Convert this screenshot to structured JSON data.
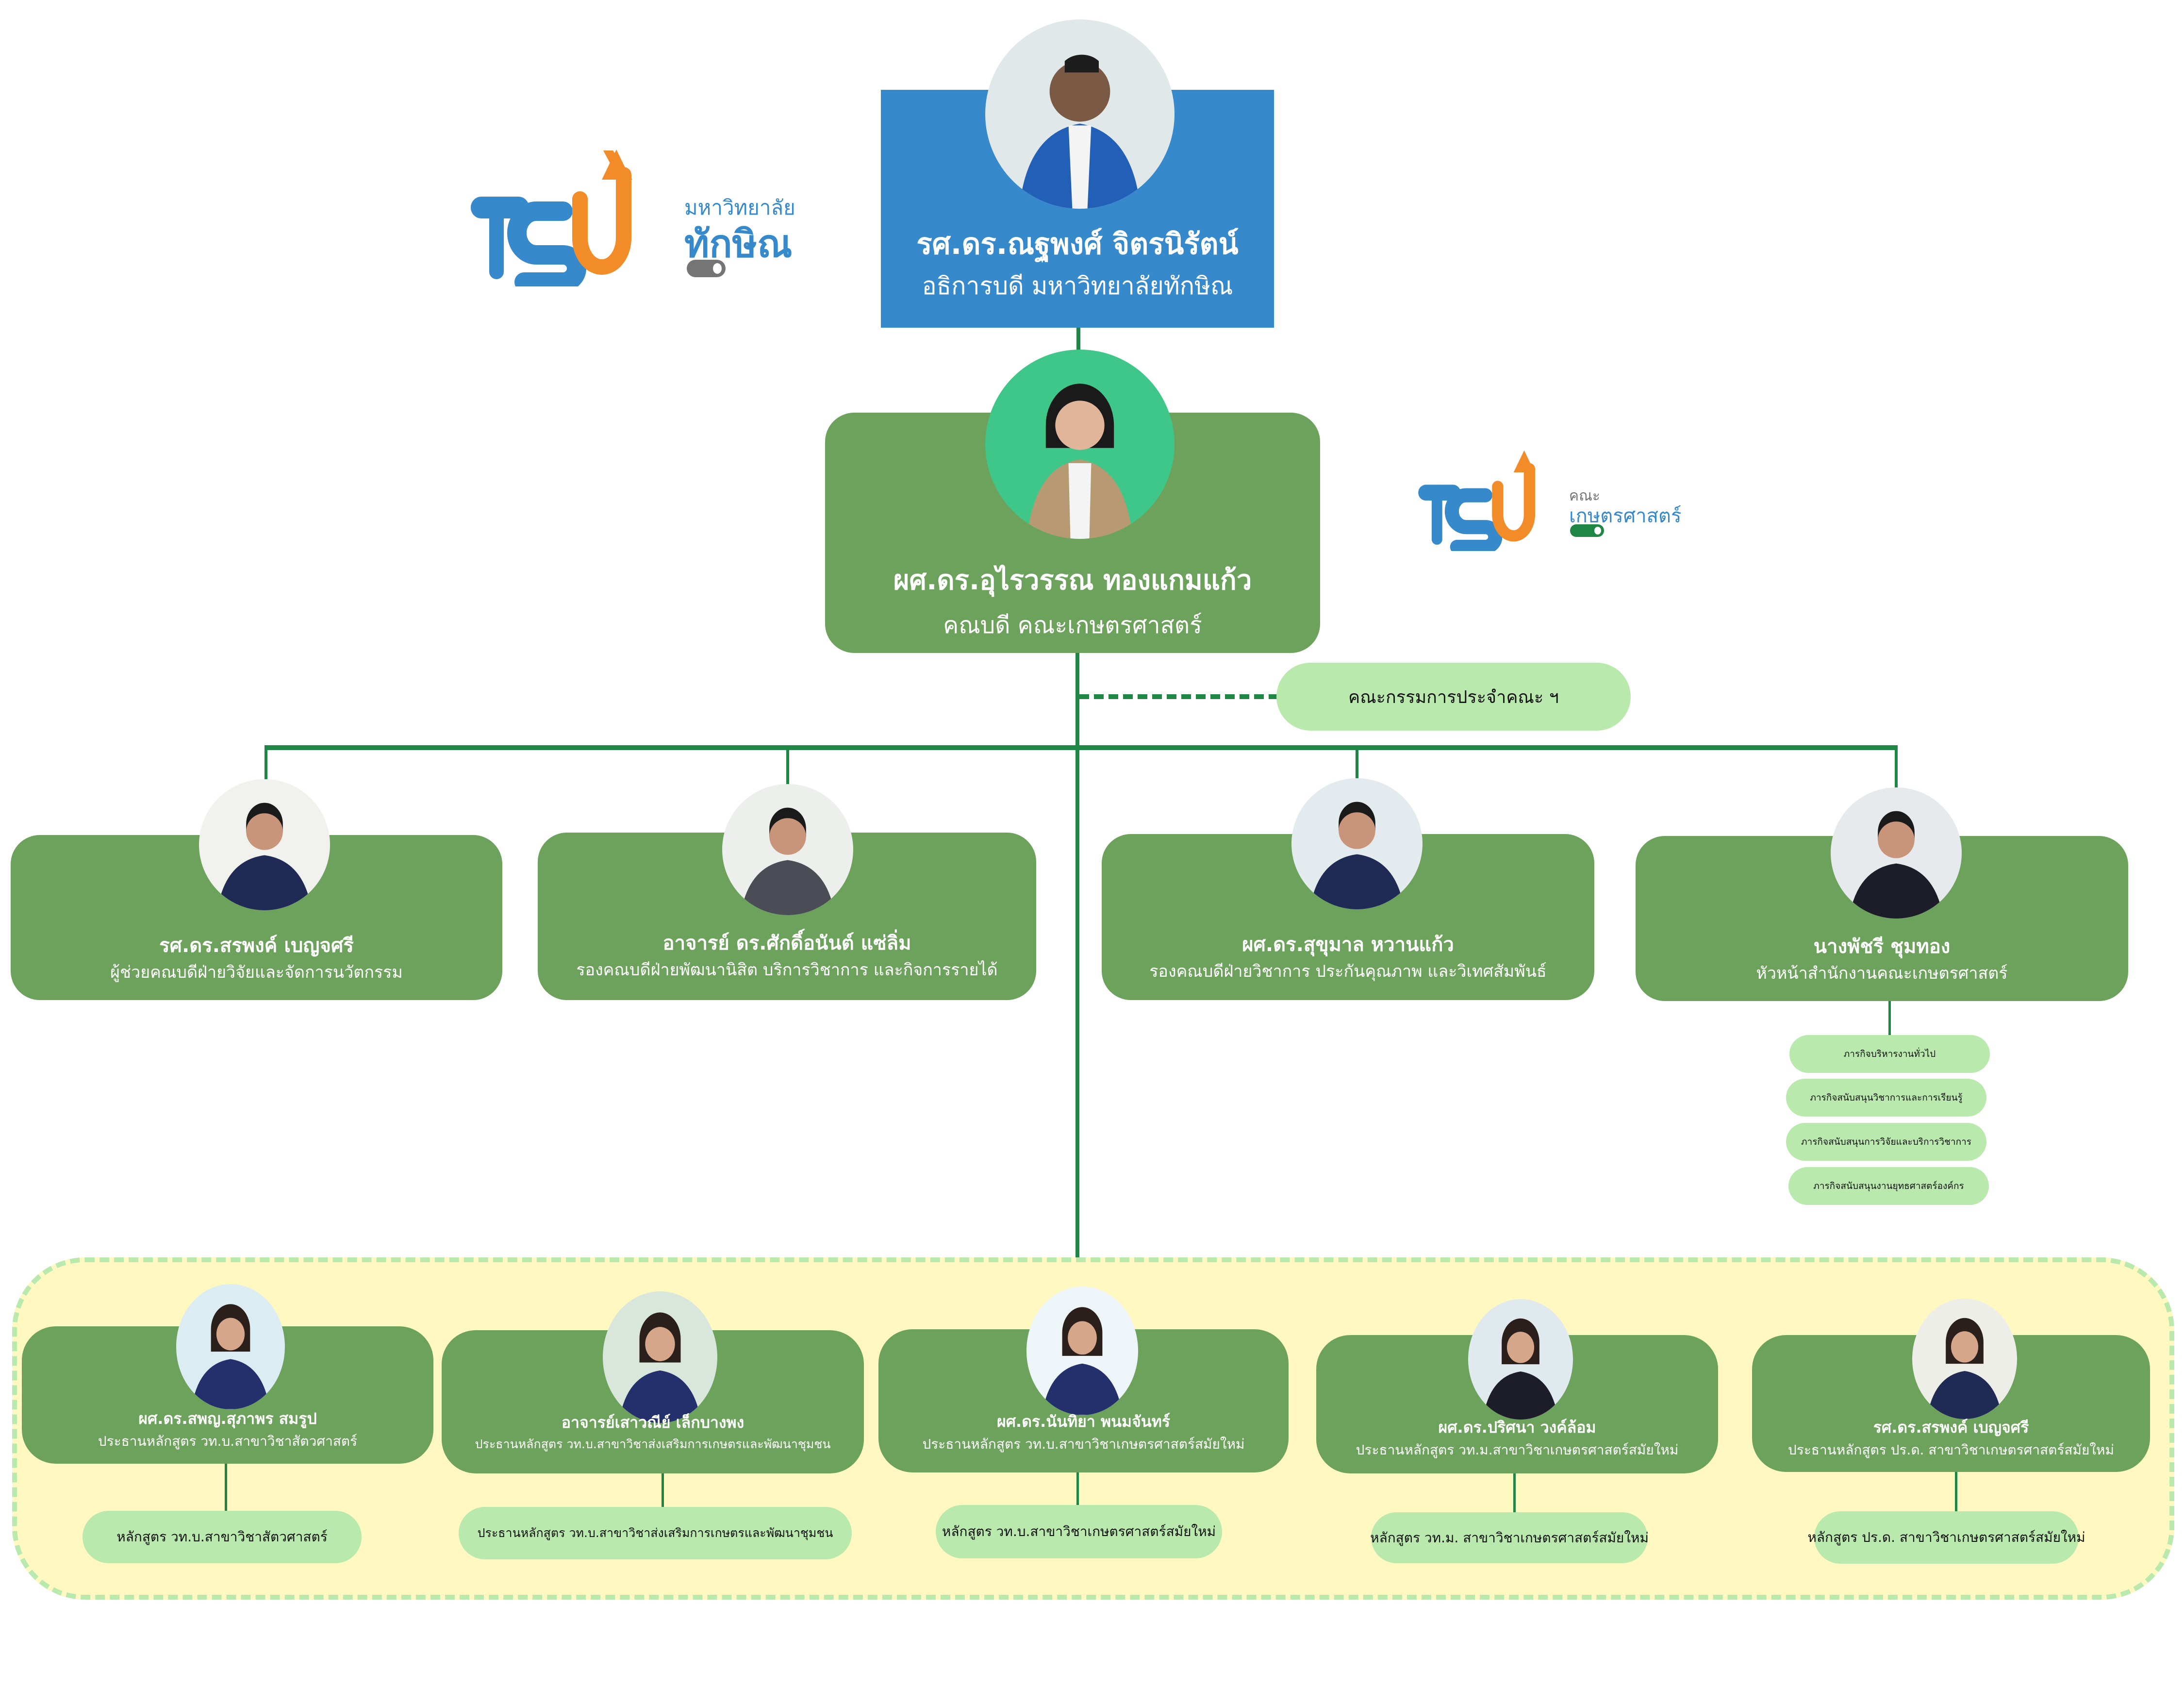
{
  "colors": {
    "president_box": "#3689cb",
    "card_green": "#6da25c",
    "pill_green": "#bae9ad",
    "connector": "#1e8746",
    "programs_bg": "#fff8c1",
    "logo_blue": "#3689cb",
    "logo_orange": "#f28c28",
    "logo_gray": "#757575",
    "logo_green": "#1e8746"
  },
  "logos": {
    "university": {
      "mark": "TSU",
      "line1": "มหาวิทยาลัย",
      "line2": "ทักษิณ"
    },
    "faculty": {
      "mark": "TSU",
      "line1": "คณะ",
      "line2": "เกษตรศาสตร์"
    }
  },
  "president": {
    "name": "รศ.ดร.ณฐพงศ์ จิตรนิรัตน์",
    "title": "อธิการบดี มหาวิทยาลัยทักษิณ"
  },
  "dean": {
    "name": "ผศ.ดร.อุไรวรรณ ทองแกมแก้ว",
    "title": "คณบดี คณะเกษตรศาสตร์"
  },
  "committee": {
    "label": "คณะกรรมการประจำคณะ ฯ"
  },
  "executives": [
    {
      "name": "รศ.ดร.สรพงค์ เบญจศรี",
      "role": "ผู้ช่วยคณบดีฝ่ายวิจัยและจัดการนวัตกรรม"
    },
    {
      "name": "อาจารย์ ดร.ศักดิ์อนันต์ แซ่ลิ่ม",
      "role": "รองคณบดีฝ่ายพัฒนานิสิต บริการวิชาการ  และกิจการรายได้"
    },
    {
      "name": "ผศ.ดร.สุขุมาล หวานแก้ว",
      "role": "รองคณบดีฝ่ายวิชาการ  ประกันคุณภาพ  และวิเทศสัมพันธ์"
    },
    {
      "name": "นางพัชรี ชุมทอง",
      "role": "หัวหน้าสำนักงานคณะเกษตรศาสตร์"
    }
  ],
  "office_units": [
    "ภารกิจบริหารงานทั่วไป",
    "ภารกิจสนับสนุนวิชาการและการเรียนรู้",
    "ภารกิจสนับสนุนการวิจัยและบริการวิชาการ",
    "ภารกิจสนับสนุนงานยุทธศาสตร์องค์กร"
  ],
  "program_chairs": [
    {
      "name": "ผศ.ดร.สพญ.สุภาพร สมรูป",
      "role": "ประธานหลักสูตร วท.บ.สาขาวิชาสัตวศาสตร์",
      "program": "หลักสูตร วท.บ.สาขาวิชาสัตวศาสตร์"
    },
    {
      "name": "อาจารย์เสาวณีย์ เล็กบางพง",
      "role": "ประธานหลักสูตร วท.บ.สาขาวิชาส่งเสริมการเกษตรและพัฒนาชุมชน",
      "program": "ประธานหลักสูตร วท.บ.สาขาวิชาส่งเสริมการเกษตรและพัฒนาชุมชน"
    },
    {
      "name": "ผศ.ดร.นันทิยา พนมจันทร์",
      "role": "ประธานหลักสูตร วท.บ.สาขาวิชาเกษตรศาสตร์สมัยใหม่",
      "program": "หลักสูตร วท.บ.สาขาวิชาเกษตรศาสตร์สมัยใหม่"
    },
    {
      "name": "ผศ.ดร.ปริศนา วงค์ล้อม",
      "role": "ประธานหลักสูตร วท.ม.สาขาวิชาเกษตรศาสตร์สมัยใหม่",
      "program": "หลักสูตร วท.ม. สาขาวิชาเกษตรศาสตร์สมัยใหม่"
    },
    {
      "name": "รศ.ดร.สรพงค์ เบญจศรี",
      "role": "ประธานหลักสูตร ปร.ด. สาขาวิชาเกษตรศาสตร์สมัยใหม่",
      "program": "หลักสูตร ปร.ด. สาขาวิชาเกษตรศาสตร์สมัยใหม่"
    }
  ]
}
